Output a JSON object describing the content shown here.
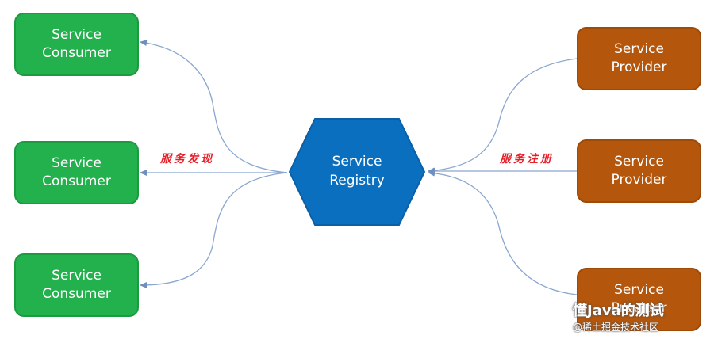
{
  "consumers": [
    {
      "line1": "Service",
      "line2": "Consumer"
    },
    {
      "line1": "Service",
      "line2": "Consumer"
    },
    {
      "line1": "Service",
      "line2": "Consumer"
    }
  ],
  "providers": [
    {
      "line1": "Service",
      "line2": "Provider"
    },
    {
      "line1": "Service",
      "line2": "Provider"
    },
    {
      "line1": "Service",
      "line2": "Provider"
    }
  ],
  "registry": {
    "line1": "Service",
    "line2": "Registry"
  },
  "labels": {
    "discovery": "服务发现",
    "registration": "服务注册"
  },
  "watermark": {
    "title": "懂Java的测试",
    "subtitle": "@稀土掘金技术社区"
  },
  "colors": {
    "consumer": "#22b14c",
    "provider": "#b4560c",
    "registry": "#0b6fc0",
    "arrow": "#7a9cc6",
    "label": "#e8202a"
  }
}
